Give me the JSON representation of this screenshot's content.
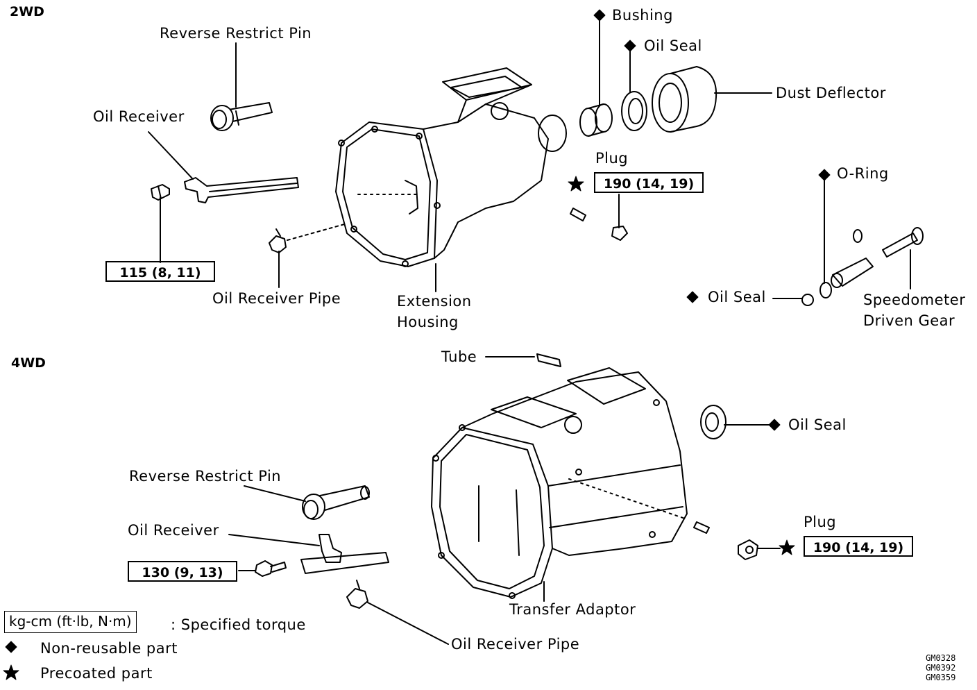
{
  "sections": {
    "top": "2WD",
    "bottom": "4WD"
  },
  "labels_2wd": {
    "reverse_restrict_pin": "Reverse Restrict Pin",
    "oil_receiver": "Oil Receiver",
    "oil_receiver_pipe": "Oil Receiver Pipe",
    "extension_housing_1": "Extension",
    "extension_housing_2": "Housing",
    "bushing": "Bushing",
    "oil_seal_top": "Oil Seal",
    "dust_deflector": "Dust Deflector",
    "plug": "Plug",
    "o_ring": "O-Ring",
    "oil_seal_speedo": "Oil Seal",
    "speedo_1": "Speedometer",
    "speedo_2": "Driven Gear"
  },
  "torque_2wd": {
    "oil_receiver_bolt": "115 (8, 11)",
    "plug": "190 (14, 19)"
  },
  "labels_4wd": {
    "tube": "Tube",
    "oil_seal": "Oil Seal",
    "reverse_restrict_pin": "Reverse Restrict Pin",
    "oil_receiver": "Oil Receiver",
    "plug": "Plug",
    "transfer_adaptor": "Transfer Adaptor",
    "oil_receiver_pipe": "Oil Receiver Pipe"
  },
  "torque_4wd": {
    "oil_receiver_bolt": "130 (9, 13)",
    "plug": "190 (14, 19)"
  },
  "legend": {
    "torque_unit": "kg-cm (ft·lb, N·m)",
    "torque_desc": ":  Specified torque",
    "non_reusable": "Non-reusable part",
    "precoated": "Precoated part"
  },
  "figure_codes": [
    "GM0328",
    "GM0392",
    "GM0359"
  ]
}
